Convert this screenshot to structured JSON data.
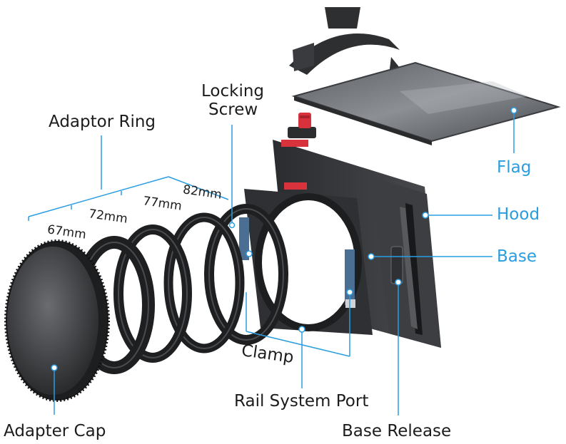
{
  "labels": {
    "adaptor_ring": "Adaptor Ring",
    "locking_screw_1": "Locking",
    "locking_screw_2": "Screw",
    "size_82": "82mm",
    "size_77": "77mm",
    "size_72": "72mm",
    "size_67": "67mm",
    "flag": "Flag",
    "hood": "Hood",
    "base": "Base",
    "clamp": "Clamp",
    "rail_system_port": "Rail System Port",
    "adapter_cap": "Adapter Cap",
    "base_release": "Base Release"
  },
  "colors": {
    "callout_blue": "#2a9de1",
    "text_dark": "#1c1c1c",
    "accent_red": "#d8323c"
  }
}
